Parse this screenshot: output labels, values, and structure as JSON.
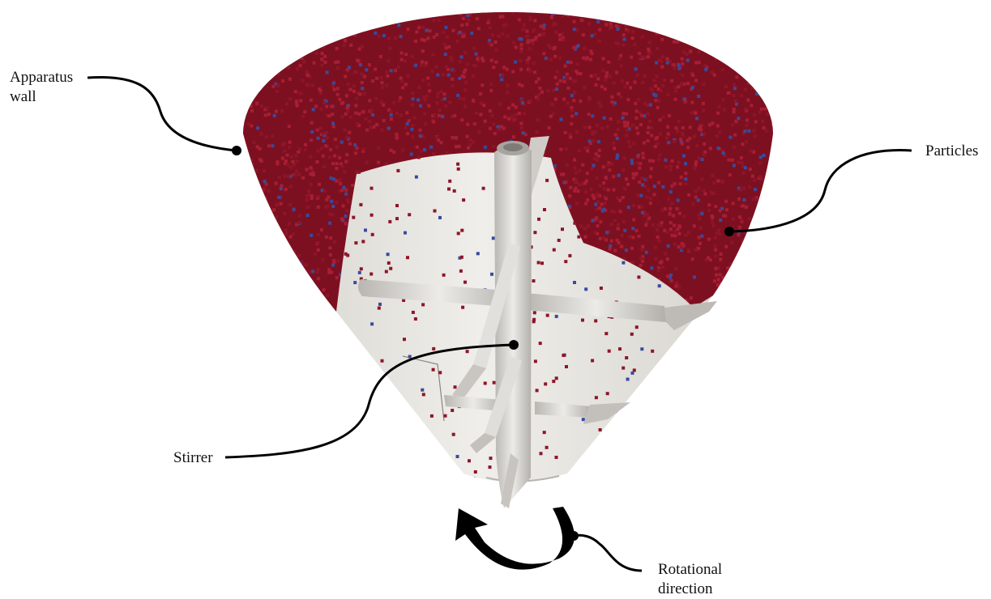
{
  "labels": {
    "apparatus_wall": [
      "Apparatus",
      "wall"
    ],
    "particles": "Particles",
    "stirrer": "Stirrer",
    "rotational_direction": [
      "Rotational",
      "direction"
    ]
  },
  "colors": {
    "particle_primary": "#8e1528",
    "particle_secondary": "#3a4a9c",
    "apparatus_surface": "#e9e7e2",
    "stirrer_surface": "#dcdad6",
    "callout_line": "#000000",
    "arrow": "#000000"
  },
  "icons": {
    "rotation_arrow": "curved-arrow-icon"
  }
}
